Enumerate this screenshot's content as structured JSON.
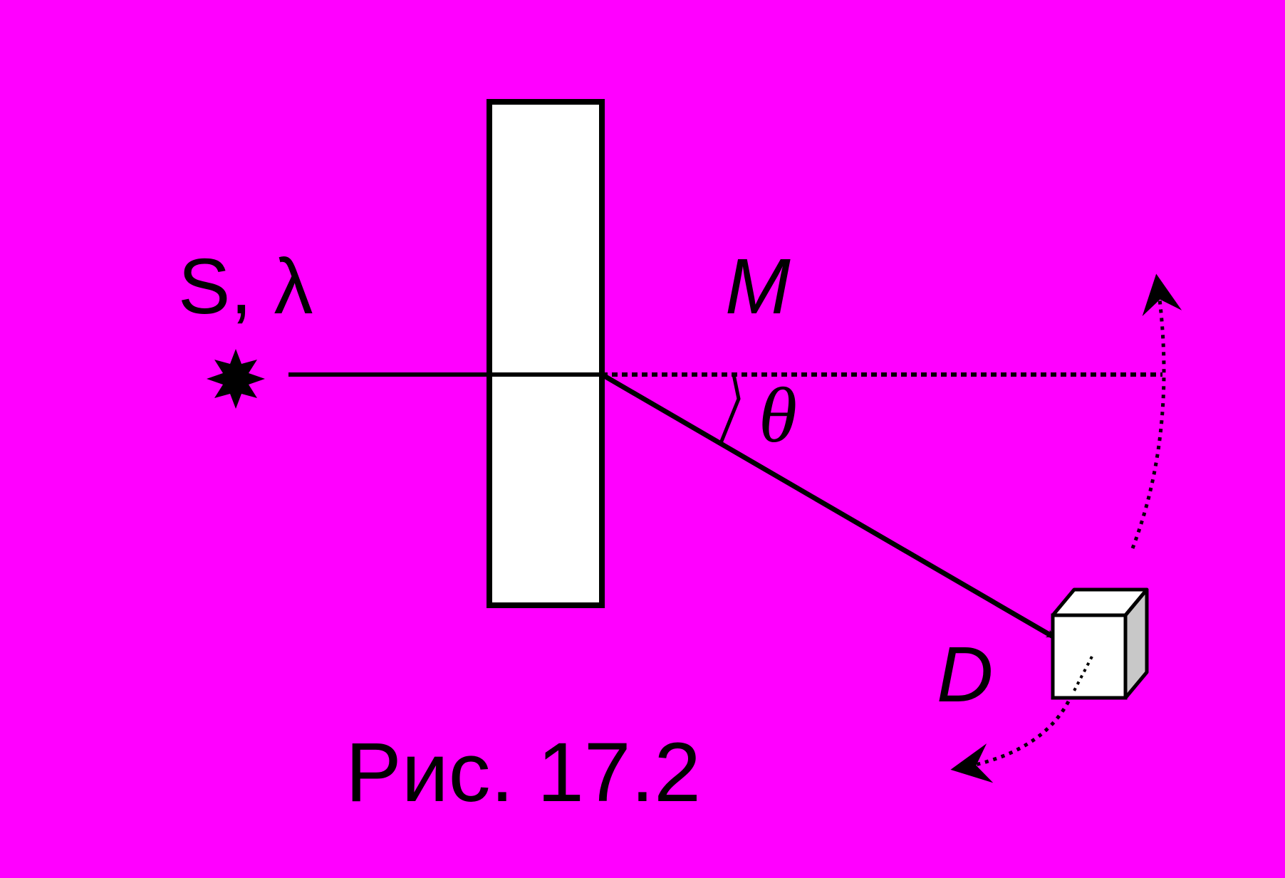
{
  "colors": {
    "background": "#ff00ff",
    "ink": "#000000",
    "plate": "#ffffff",
    "detector_front": "#ffffff",
    "detector_side": "#c8c8c8"
  },
  "labels": {
    "source": "S, λ",
    "medium": "M",
    "angle": "θ",
    "detector": "D",
    "caption": "Рис. 17.2"
  },
  "icons": {
    "source": "star-burst-icon",
    "detector": "cube-icon"
  }
}
